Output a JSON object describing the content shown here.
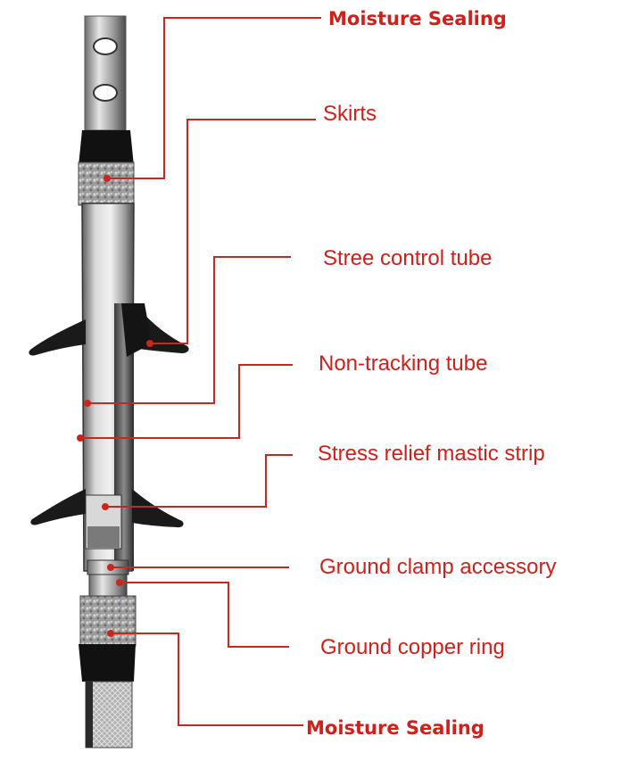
{
  "labels": {
    "moisture_top": "Moisture Sealing",
    "skirts": "Skirts",
    "stress_tube": "Stree control tube",
    "nontracking": "Non-tracking tube",
    "mastic": "Stress relief mastic strip",
    "ground_clamp": "Ground clamp accessory",
    "ground_ring": "Ground copper ring",
    "moisture_bottom": "Moisture Sealing"
  },
  "colors": {
    "leader": "#c8261f",
    "label": "#d11f1a"
  }
}
